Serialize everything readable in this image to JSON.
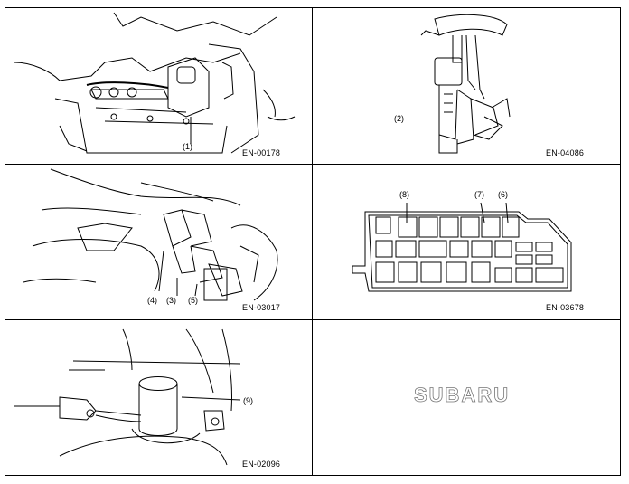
{
  "panels": [
    {
      "figure_code": "EN-00178",
      "callouts": [
        "(1)"
      ]
    },
    {
      "figure_code": "EN-04086",
      "callouts": [
        "(2)"
      ]
    },
    {
      "figure_code": "EN-03017",
      "callouts": [
        "(4)",
        "(3)",
        "(5)"
      ]
    },
    {
      "figure_code": "EN-03678",
      "callouts": [
        "(8)",
        "(7)",
        "(6)"
      ]
    },
    {
      "figure_code": "EN-02096",
      "callouts": [
        "(9)"
      ]
    },
    {
      "logo_text": "SUBARU"
    }
  ],
  "colors": {
    "line": "#000000",
    "background": "#ffffff",
    "logo_outline": "#777777"
  }
}
